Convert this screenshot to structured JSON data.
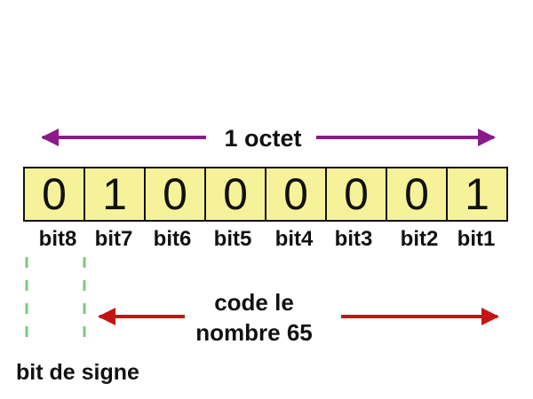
{
  "octet_label": "1 octet",
  "cells": [
    "0",
    "1",
    "0",
    "0",
    "0",
    "0",
    "0",
    "1"
  ],
  "bit_labels": [
    "bit8",
    "bit7",
    "bit6",
    "bit5",
    "bit4",
    "bit3",
    "bit2",
    "bit1"
  ],
  "code_label": {
    "line1": "code le",
    "line2": "nombre 65"
  },
  "sign_label": "bit de signe",
  "colors": {
    "cell_fill": "#f6f29a",
    "octet_arrow": "#8b1a8b",
    "code_arrow": "#c41414",
    "dashed_line": "#7dc87d"
  }
}
